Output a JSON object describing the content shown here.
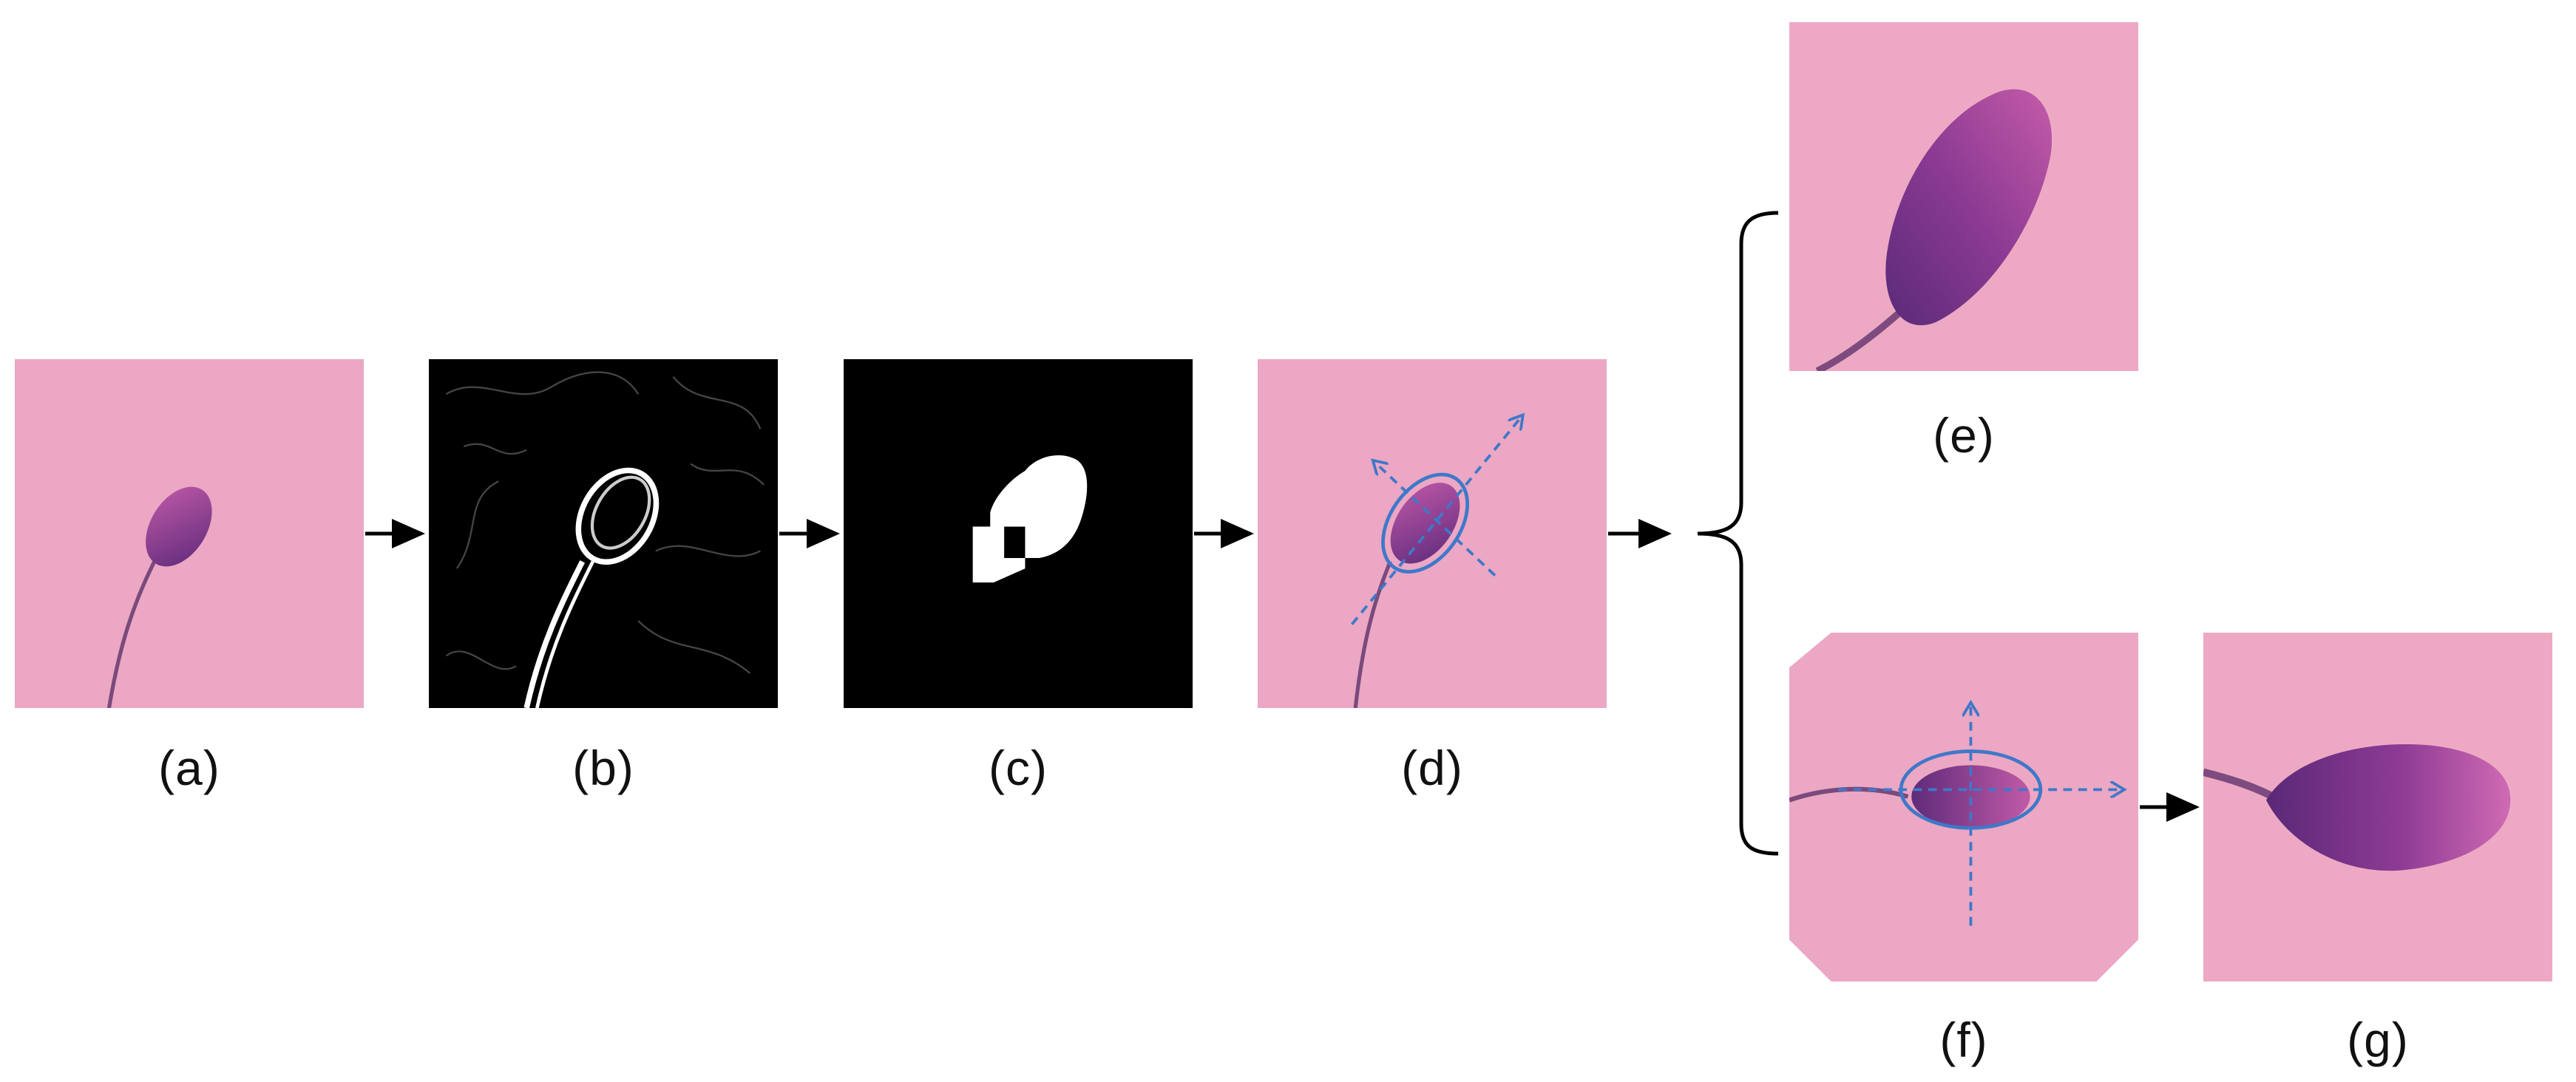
{
  "captions": {
    "a": "(a)",
    "b": "(b)",
    "c": "(c)",
    "d": "(d)",
    "e": "(e)",
    "f": "(f)",
    "g": "(g)"
  },
  "colors": {
    "background_pink": "#eaa5c0",
    "sperm_head": "#7a2f86",
    "annotation_blue": "#3f78c9",
    "arrow": "#000000"
  }
}
